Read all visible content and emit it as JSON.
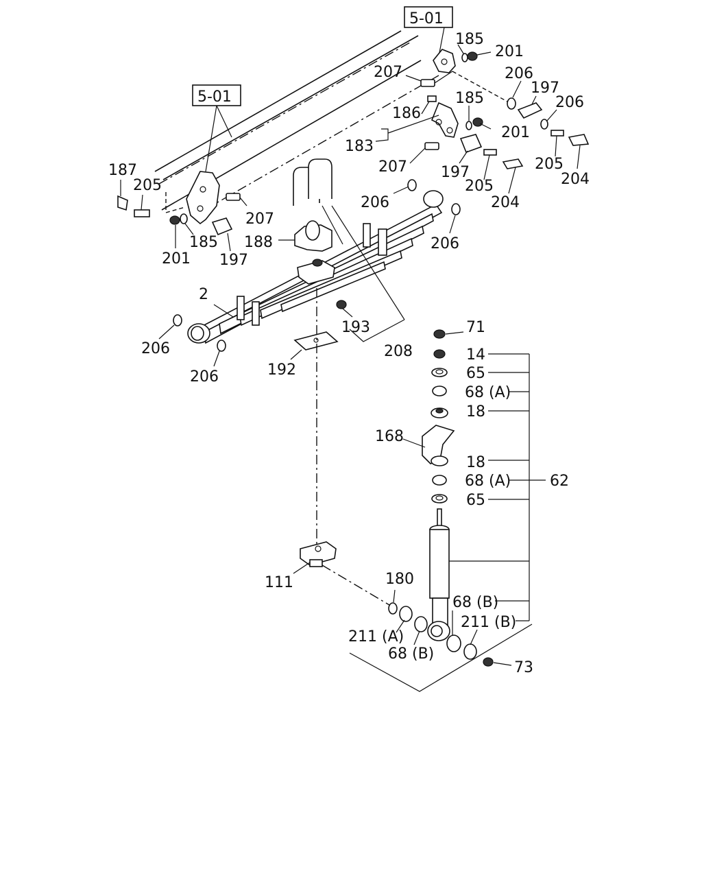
{
  "ref_boxes": {
    "top": "5-01",
    "left": "5-01"
  },
  "labels": {
    "l185a": "185",
    "l201a": "201",
    "l207a": "207",
    "l206a": "206",
    "l197a": "197",
    "l206b": "206",
    "l185b": "185",
    "l186": "186",
    "l183": "183",
    "l201b": "201",
    "l207b": "207",
    "l197b": "197",
    "l205a": "205",
    "l204a": "204",
    "l205b": "205",
    "l204b": "204",
    "l187": "187",
    "l205c": "205",
    "l207c": "207",
    "l185c": "185",
    "l201c": "201",
    "l197c": "197",
    "l188": "188",
    "l206c": "206",
    "l206d": "206",
    "l2": "2",
    "l206e": "206",
    "l206f": "206",
    "l193": "193",
    "l208": "208",
    "l192": "192",
    "l71": "71",
    "l14": "14",
    "l65a": "65",
    "l68a1": "68 (A)",
    "l18a": "18",
    "l168": "168",
    "l18b": "18",
    "l68a2": "68 (A)",
    "l62": "62",
    "l65b": "65",
    "l111": "111",
    "l180": "180",
    "l68b1": "68 (B)",
    "l211b": "211 (B)",
    "l211a": "211 (A)",
    "l68b2": "68 (B)",
    "l73": "73"
  }
}
